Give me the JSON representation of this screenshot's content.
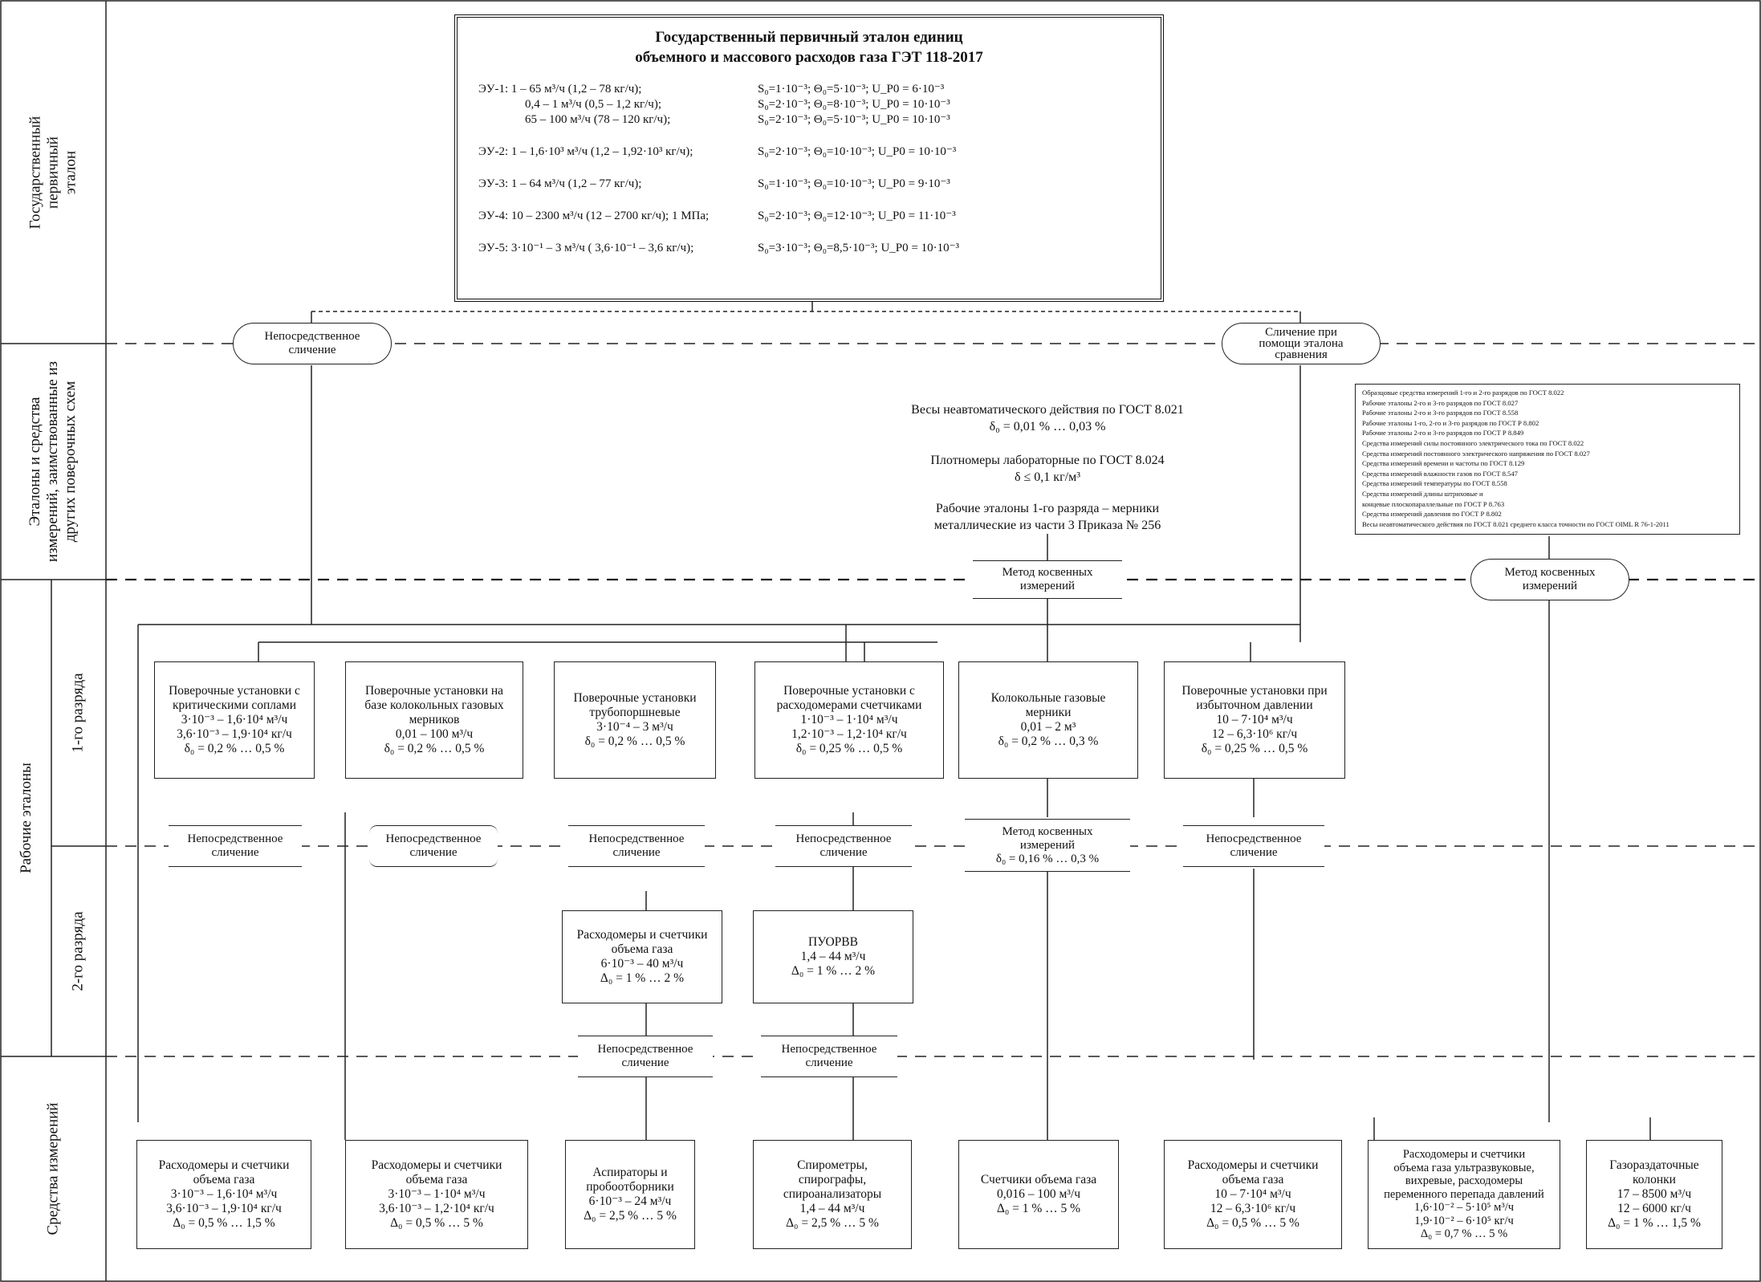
{
  "side_labels": {
    "gov": "Государственный первичный эталон",
    "borrowed_line1": "Эталоны и средства",
    "borrowed_line2": "измерений, заимствованные из",
    "borrowed_line3": "других поверочных схем",
    "working": "Рабочие эталоны",
    "rank1": "1-го разряда",
    "rank2": "2-го разряда",
    "instruments": "Средства измерений"
  },
  "primary_standard": {
    "title_line1": "Государственный первичный эталон единиц",
    "title_line2": "объемного и массового расходов газа ГЭТ 118-2017",
    "rows": [
      {
        "left": "ЭУ-1: 1 – 65 м³/ч (1,2 – 78 кг/ч);",
        "right": "S₀=1·10⁻³; Θ₀=5·10⁻³; U_P0 = 6·10⁻³"
      },
      {
        "left": "0,4 – 1 м³/ч (0,5 – 1,2 кг/ч);",
        "right": "S₀=2·10⁻³; Θ₀=8·10⁻³; U_P0 = 10·10⁻³"
      },
      {
        "left": "65 – 100 м³/ч (78 – 120 кг/ч);",
        "right": "S₀=2·10⁻³; Θ₀=5·10⁻³; U_P0 = 10·10⁻³"
      },
      {
        "left": "ЭУ-2: 1 – 1,6·10³ м³/ч (1,2 – 1,92·10³ кг/ч);",
        "right": "S₀=2·10⁻³; Θ₀=10·10⁻³; U_P0 = 10·10⁻³"
      },
      {
        "left": "ЭУ-3: 1 – 64 м³/ч (1,2 – 77 кг/ч);",
        "right": "S₀=1·10⁻³; Θ₀=10·10⁻³; U_P0 = 9·10⁻³"
      },
      {
        "left": "ЭУ-4: 10 – 2300 м³/ч (12 – 2700 кг/ч); 1 МПа;",
        "right": "S₀=2·10⁻³; Θ₀=12·10⁻³; U_P0 = 11·10⁻³"
      },
      {
        "left": "ЭУ-5: 3·10⁻¹ – 3 м³/ч ( 3,6·10⁻¹ – 3,6 кг/ч);",
        "right": "S₀=3·10⁻³; Θ₀=8,5·10⁻³; U_P0 = 10·10⁻³"
      }
    ]
  },
  "methods": {
    "direct_l1": "Непосредственное",
    "direct_l2": "сличение",
    "comparator_l1": "Сличение при",
    "comparator_l2": "помощи эталона",
    "comparator_l3": "сравнения",
    "indirect_l1": "Метод косвенных",
    "indirect_l2": "измерений",
    "indirect_acc": "δ₀ = 0,16 % … 0,3 %"
  },
  "borrowed": {
    "scales_l1": "Весы неавтоматического действия по ГОСТ 8.021",
    "scales_l2": "δ₀ = 0,01 % … 0,03 %",
    "density_l1": "Плотномеры лабораторные по ГОСТ 8.024",
    "density_l2": "δ ≤ 0,1 кг/м³",
    "measures_l1": "Рабочие эталоны 1-го разряда – мерники",
    "measures_l2": "металлические из части 3 Приказа № 256",
    "legend": [
      "Образцовые средства измерений 1-го и 2-го разрядов по ГОСТ 8.022",
      "Рабочие эталоны 2-го и 3-го разрядов по ГОСТ 8.027",
      "Рабочие эталоны 2-го и 3-го разрядов по ГОСТ 8.558",
      "Рабочие эталоны 1-го, 2-го и 3-го разрядов по ГОСТ Р 8.802",
      "Рабочие эталоны 2-го и 3-го разрядов по ГОСТ Р 8.849",
      "Средства измерений силы постоянного электрического тока по ГОСТ 8.022",
      "Средства измерений постоянного электрического напряжения по ГОСТ 8.027",
      "Средства измерений времени и частоты по ГОСТ 8.129",
      "Средства измерений влажности газов по ГОСТ 8.547",
      "Средства измерений температуры по ГОСТ 8.558",
      "Средства измерений длины штриховые и",
      "концевые плоскопараллельные по ГОСТ Р 8.763",
      "Средства измерений давления по ГОСТ Р 8.802",
      "Весы неавтоматического действия по ГОСТ 8.021 среднего класса точности по ГОСТ OIML R 76-1-2011"
    ]
  },
  "rank1": [
    {
      "lines": [
        "Поверочные установки с",
        "критическими соплами",
        "3·10⁻³ – 1,6·10⁴ м³/ч",
        "3,6·10⁻³ – 1,9·10⁴ кг/ч",
        "δ₀ = 0,2 % … 0,5 %"
      ]
    },
    {
      "lines": [
        "Поверочные установки на",
        "базе колокольных газовых",
        "мерников",
        "0,01 – 100 м³/ч",
        "δ₀ = 0,2 % … 0,5 %"
      ]
    },
    {
      "lines": [
        "Поверочные установки",
        "трубопоршневые",
        "3·10⁻⁴ – 3 м³/ч",
        "δ₀ = 0,2 % … 0,5 %"
      ]
    },
    {
      "lines": [
        "Поверочные установки с",
        "расходомерами счетчиками",
        "1·10⁻³ – 1·10⁴ м³/ч",
        "1,2·10⁻³ – 1,2·10⁴ кг/ч",
        "δ₀ = 0,25 % … 0,5 %"
      ]
    },
    {
      "lines": [
        "Колокольные газовые",
        "мерники",
        "0,01 – 2 м³",
        "δ₀ = 0,2 % … 0,3 %"
      ]
    },
    {
      "lines": [
        "Поверочные установки при",
        "избыточном давлении",
        "10 – 7·10⁴ м³/ч",
        "12 – 6,3·10⁶ кг/ч",
        "δ₀ = 0,25 % … 0,5 %"
      ]
    }
  ],
  "rank2": [
    {
      "lines": [
        "Расходомеры и счетчики",
        "объема газа",
        "6·10⁻³ – 40 м³/ч",
        "Δ₀ = 1 % … 2 %"
      ]
    },
    {
      "lines": [
        "ПУОРВВ",
        "1,4 – 44 м³/ч",
        "Δ₀ = 1 % … 2 %"
      ]
    }
  ],
  "instruments": [
    {
      "lines": [
        "Расходомеры и счетчики",
        "объема газа",
        "3·10⁻³ – 1,6·10⁴ м³/ч",
        "3,6·10⁻³ – 1,9·10⁴ кг/ч",
        "Δ₀ = 0,5 % … 1,5 %"
      ]
    },
    {
      "lines": [
        "Расходомеры и счетчики",
        "объема газа",
        "3·10⁻³ – 1·10⁴ м³/ч",
        "3,6·10⁻³ – 1,2·10⁴ кг/ч",
        "Δ₀ = 0,5 % … 5 %"
      ]
    },
    {
      "lines": [
        "Аспираторы и",
        "пробоотборники",
        "6·10⁻³ – 24 м³/ч",
        "Δ₀ = 2,5 % … 5 %"
      ]
    },
    {
      "lines": [
        "Спирометры,",
        "спирографы,",
        "спироанализаторы",
        "1,4 – 44 м³/ч",
        "Δ₀ = 2,5 % … 5 %"
      ]
    },
    {
      "lines": [
        "Счетчики объема газа",
        "0,016 – 100 м³/ч",
        "Δ₀ = 1 % … 5 %"
      ]
    },
    {
      "lines": [
        "Расходомеры и счетчики",
        "объема газа",
        "10 – 7·10⁴ м³/ч",
        "12 – 6,3·10⁶ кг/ч",
        "Δ₀ = 0,5 % … 5 %"
      ]
    },
    {
      "lines": [
        "Расходомеры и счетчики",
        "объема газа ультразвуковые,",
        "вихревые, расходомеры",
        "переменного перепада давлений",
        "1,6·10⁻² – 5·10⁵ м³/ч",
        "1,9·10⁻² – 6·10⁵ кг/ч",
        "Δ₀ = 0,7 % … 5 %"
      ]
    },
    {
      "lines": [
        "Газораздаточные",
        "колонки",
        "17 – 8500 м³/ч",
        "12 – 6000 кг/ч",
        "Δ₀ = 1 % … 1,5 %"
      ]
    }
  ]
}
